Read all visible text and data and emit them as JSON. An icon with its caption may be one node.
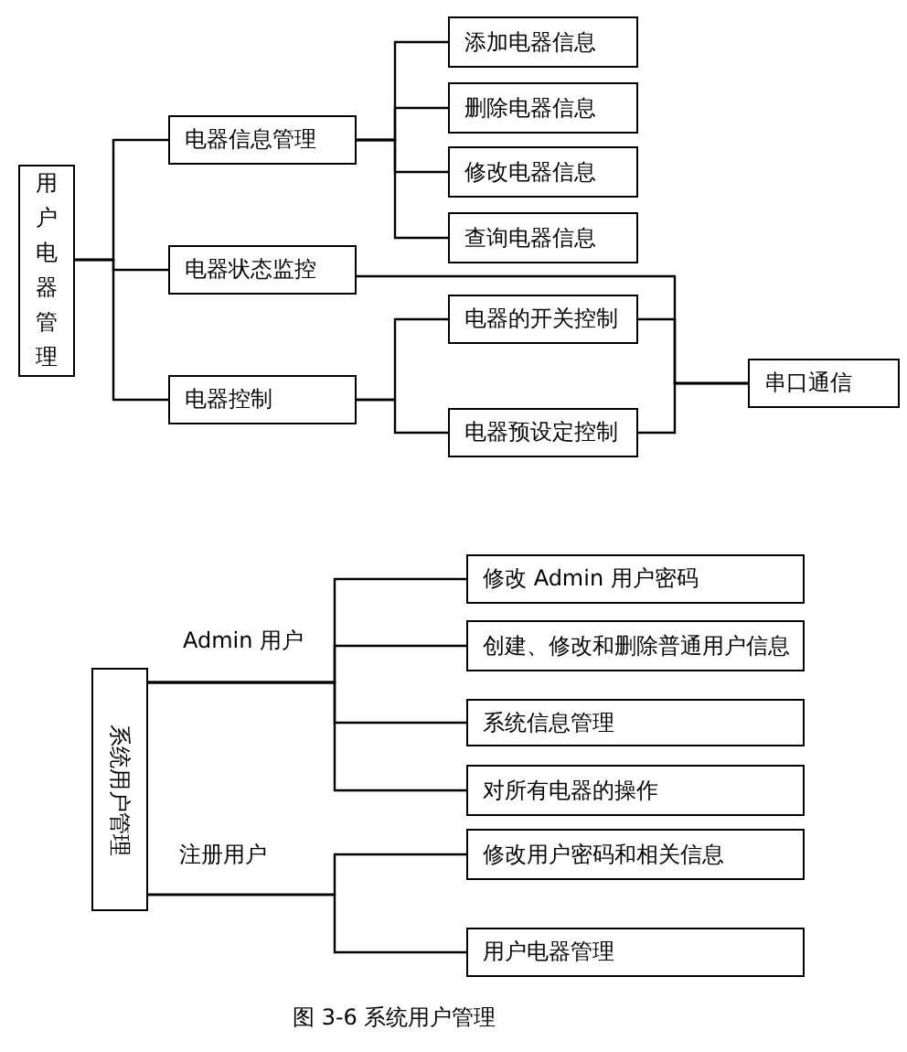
{
  "diagram": {
    "caption": "图 3-6 系统用户管理",
    "nodes": [
      {
        "text": [
          "用户电器管理"
        ]
      },
      {
        "text": [
          "电器信息管理"
        ]
      },
      {
        "text": [
          "电器状态监控"
        ]
      },
      {
        "text": [
          "电器控制"
        ]
      },
      {
        "text": [
          "添加电器信息"
        ]
      },
      {
        "text": [
          "删除电器信息"
        ]
      },
      {
        "text": [
          "修改电器信息"
        ]
      },
      {
        "text": [
          "查询电器信息"
        ]
      },
      {
        "text": [
          "电器的开关控制"
        ]
      },
      {
        "text": [
          "电器预设定控制"
        ]
      },
      {
        "text": [
          "串口通信"
        ]
      },
      {
        "text": [
          "系统用户管理"
        ]
      },
      {
        "text": [
          "修改 Admin 用户密码"
        ]
      },
      {
        "text": [
          "创建、修改和删除普通用户信息"
        ]
      },
      {
        "text": [
          "系统信息管理"
        ]
      },
      {
        "text": [
          "对所有电器的操作"
        ]
      },
      {
        "text": [
          "修改用户密码和相关信息"
        ]
      },
      {
        "text": [
          "用户电器管理"
        ]
      }
    ],
    "edges": [
      {
        "from": 0,
        "to": 1,
        "arrow": "none"
      },
      {
        "from": 0,
        "to": 2,
        "arrow": "none"
      },
      {
        "from": 0,
        "to": 3,
        "arrow": "none"
      },
      {
        "from": 1,
        "to": 4,
        "arrow": "none"
      },
      {
        "from": 1,
        "to": 5,
        "arrow": "none"
      },
      {
        "from": 1,
        "to": 6,
        "arrow": "none"
      },
      {
        "from": 1,
        "to": 7,
        "arrow": "none"
      },
      {
        "from": 3,
        "to": 8,
        "arrow": "none"
      },
      {
        "from": 3,
        "to": 9,
        "arrow": "none"
      },
      {
        "from": 2,
        "to": 10,
        "arrow": "none"
      },
      {
        "from": 8,
        "to": 10,
        "arrow": "none"
      },
      {
        "from": 9,
        "to": 10,
        "arrow": "none"
      },
      {
        "from": 11,
        "to": 12,
        "arrow": "none"
      },
      {
        "from": 11,
        "to": 13,
        "arrow": "none"
      },
      {
        "from": 11,
        "to": 14,
        "arrow": "none"
      },
      {
        "from": 11,
        "to": 15,
        "arrow": "none"
      },
      {
        "from": 11,
        "to": 16,
        "arrow": "none"
      },
      {
        "from": 11,
        "to": 17,
        "arrow": "none"
      }
    ],
    "labels": [
      "Admin 用户",
      "注册用户"
    ]
  }
}
